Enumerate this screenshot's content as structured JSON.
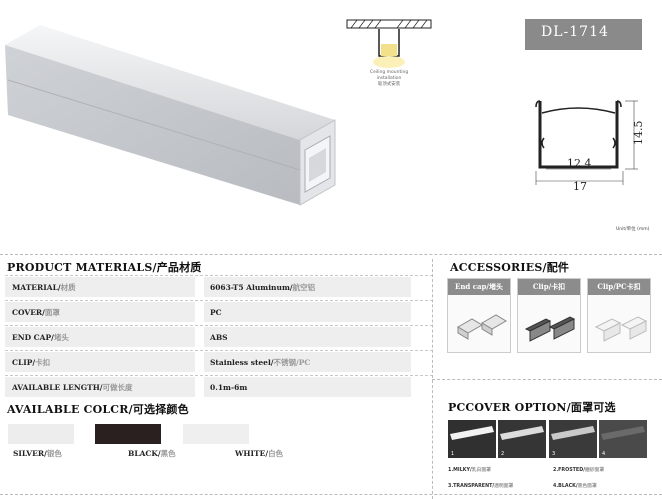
{
  "model": "DL-1714",
  "ceiling_caption": [
    "Ceiling mounting",
    "installation",
    "吸顶式安装"
  ],
  "profile_dims": {
    "inner": "12.4",
    "outer": "17",
    "height": "14.5"
  },
  "unit_label": "Unit/单位 (mm)",
  "sections": {
    "materials": "PRODUCT MATERIALS/产品材质",
    "accessories": "ACCESSORIES/配件",
    "colors": "AVAILABLE COLCR/可选择颜色",
    "pc_cover": "PCCOVER OPTION/面罩可选"
  },
  "materials": [
    {
      "key_en": "MATERIAL/",
      "key_cn": "材质",
      "val_en": "6063-T5 Aluminum/",
      "val_cn": "航空铝"
    },
    {
      "key_en": "COVER/",
      "key_cn": "面罩",
      "val_en": "PC",
      "val_cn": ""
    },
    {
      "key_en": "END CAP/",
      "key_cn": "堵头",
      "val_en": "ABS",
      "val_cn": ""
    },
    {
      "key_en": "CLIP/",
      "key_cn": "卡扣",
      "val_en": "Stainless steel/",
      "val_cn": "不锈钢/PC"
    },
    {
      "key_en": "AVAILABLE LENGTH/",
      "key_cn": "可做长度",
      "val_en": "0.1m-6m",
      "val_cn": ""
    }
  ],
  "accessories": [
    {
      "label": "End cap/堵头",
      "color": "#e6e6e6"
    },
    {
      "label": "Clip/卡扣",
      "color": "#555555"
    },
    {
      "label": "Clip/PC卡扣",
      "color": "#f4f4f4"
    }
  ],
  "colors": [
    {
      "en": "SILVER/",
      "cn": "银色",
      "hex": "#ededed"
    },
    {
      "en": "BLACK/",
      "cn": "黑色",
      "hex": "#2a2020"
    },
    {
      "en": "WHITE/",
      "cn": "白色",
      "hex": "#efefef"
    }
  ],
  "pc_covers": [
    {
      "num": "1",
      "hex": "#303030"
    },
    {
      "num": "2",
      "hex": "#353535"
    },
    {
      "num": "3",
      "hex": "#3a3a3a"
    },
    {
      "num": "4",
      "hex": "#4a4a4a"
    }
  ],
  "pc_labels": [
    {
      "en": "1.MILKY/",
      "cn": "乳白面罩"
    },
    {
      "en": "2.FROSTED/",
      "cn": "磨砂面罩"
    },
    {
      "en": "3.TRANSPARENT/",
      "cn": "透明面罩"
    },
    {
      "en": "4.BLACK/",
      "cn": "黑色面罩"
    }
  ]
}
